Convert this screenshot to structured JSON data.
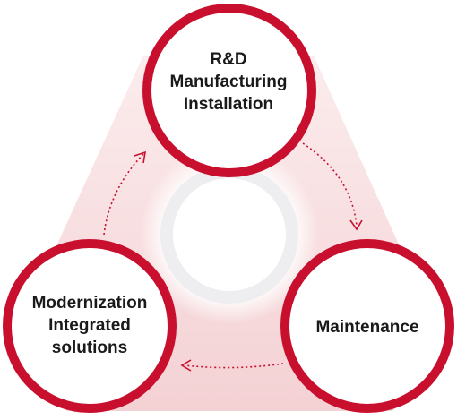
{
  "colors": {
    "accent": "#c8102e",
    "node_fill": "#ffffff",
    "triangle_tint": "#f4d4d6",
    "center_ring": "#f1f1f3",
    "text": "#1a1a1a"
  },
  "nodes": {
    "top": {
      "lines": [
        "R&D",
        "Manufacturing",
        "Installation"
      ]
    },
    "right": {
      "lines": [
        "Maintenance"
      ]
    },
    "left": {
      "lines": [
        "Modernization",
        "Integrated",
        "solutions"
      ]
    }
  },
  "arrows": [
    {
      "from": "top",
      "to": "right",
      "style": "dotted"
    },
    {
      "from": "right",
      "to": "left",
      "style": "dotted"
    },
    {
      "from": "left",
      "to": "top",
      "style": "dotted"
    }
  ]
}
